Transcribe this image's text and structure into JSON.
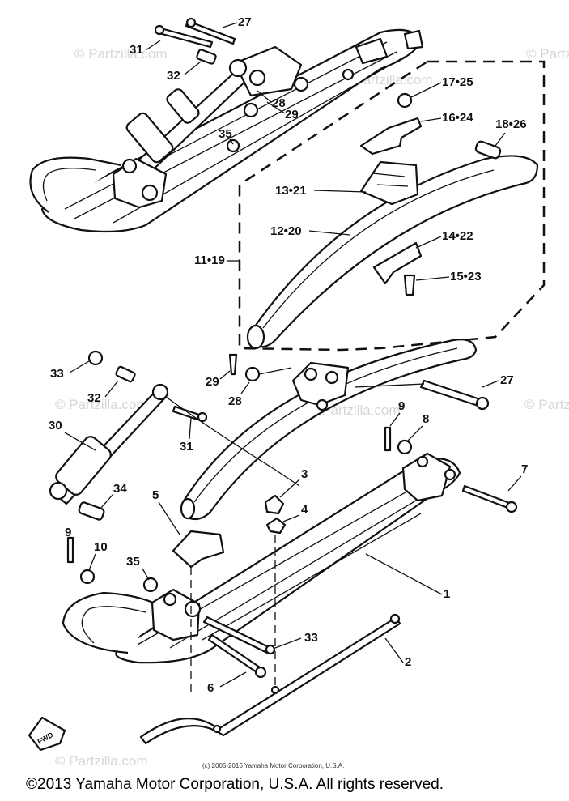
{
  "watermarks": [
    "© Partzilla.com",
    "© Partzilla.com",
    "© Partzilla.com",
    "© Partzilla.com",
    "© Partzilla.com",
    "© Partzilla.com",
    "© Partzilla.com"
  ],
  "small_credit": "(c) 2005-2016 Yamaha Motor Corporation, U.S.A.",
  "copyright": "©2013 Yamaha Motor Corporation, U.S.A. All rights reserved.",
  "fwd_label": "FWD",
  "callouts": {
    "c27_top": "27",
    "c31_top": "31",
    "c32_top": "32",
    "c28_top": "28",
    "c29_top": "29",
    "c35_top": "35",
    "c17_25": "17•25",
    "c16_24": "16•24",
    "c18_26": "18•26",
    "c13_21": "13•21",
    "c12_20": "12•20",
    "c14_22": "14•22",
    "c11_19": "11•19",
    "c15_23": "15•23",
    "c33_left": "33",
    "c32_left": "32",
    "c30": "30",
    "c31_left": "31",
    "c29_mid": "29",
    "c28_mid": "28",
    "c27_right": "27",
    "c9_right": "9",
    "c8": "8",
    "c34": "34",
    "c5": "5",
    "c3": "3",
    "c4": "4",
    "c7": "7",
    "c9_left": "9",
    "c10": "10",
    "c35_bottom": "35",
    "c1": "1",
    "c33_bottom": "33",
    "c2": "2",
    "c6": "6"
  }
}
